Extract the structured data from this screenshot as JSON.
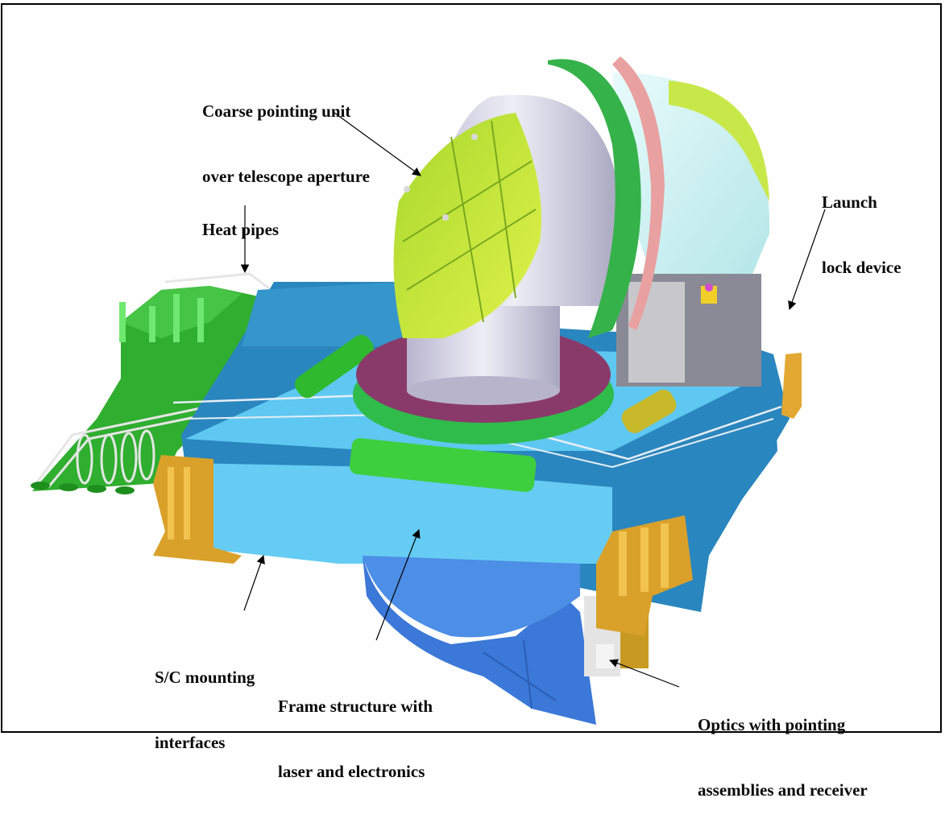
{
  "diagram": {
    "type": "annotated-cad-illustration",
    "subject": "Laser instrument assembly",
    "labels": [
      {
        "id": "coarse-pointing-unit",
        "lines": [
          "Coarse pointing unit",
          "over telescope aperture"
        ]
      },
      {
        "id": "heat-pipes",
        "lines": [
          "Heat pipes"
        ]
      },
      {
        "id": "launch-lock-device",
        "lines": [
          "Launch",
          "lock device"
        ]
      },
      {
        "id": "sc-mounting-interfaces",
        "lines": [
          "S/C mounting",
          "interfaces"
        ]
      },
      {
        "id": "frame-structure",
        "lines": [
          "Frame structure with",
          "laser and electronics"
        ]
      },
      {
        "id": "optics",
        "lines": [
          "Optics with pointing",
          "assemblies and receiver"
        ]
      }
    ],
    "colors": {
      "frame_blue_light": "#5ec8f2",
      "frame_blue_dark": "#2a86be",
      "radiator_green": "#2fae2f",
      "cover_yellow_green": "#b8e03a",
      "ring_green": "#3cb54a",
      "base_purple": "#8a3a6a",
      "body_silver": "#c9c6dc",
      "bracket_orange": "#d9a12a",
      "lower_blue": "#3b78d8"
    }
  }
}
